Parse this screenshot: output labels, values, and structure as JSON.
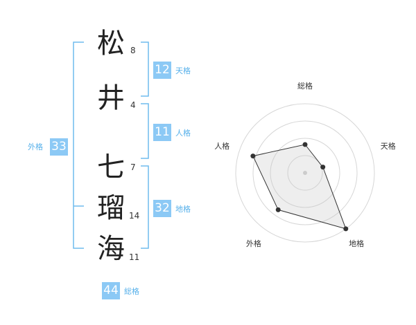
{
  "name": {
    "chars": [
      {
        "char": "松",
        "strokes": "8"
      },
      {
        "char": "井",
        "strokes": "4"
      },
      {
        "char": "七",
        "strokes": "7"
      },
      {
        "char": "瑠",
        "strokes": "14"
      },
      {
        "char": "海",
        "strokes": "11"
      }
    ]
  },
  "fortunes": {
    "tenkaku": {
      "value": "12",
      "label": "天格"
    },
    "jinkaku": {
      "value": "11",
      "label": "人格"
    },
    "chikaku": {
      "value": "32",
      "label": "地格"
    },
    "gaikaku": {
      "value": "33",
      "label": "外格"
    },
    "soukaku": {
      "value": "44",
      "label": "総格"
    }
  },
  "colors": {
    "accent": "#8cc9f5",
    "label": "#56b0ea",
    "bracket": "#6fbbee"
  },
  "chart_data": {
    "type": "radar",
    "axes": [
      "総格",
      "天格",
      "地格",
      "外格",
      "人格"
    ],
    "values": [
      0.41,
      0.27,
      1.0,
      0.66,
      0.79
    ],
    "rings": 4,
    "max": 1
  }
}
